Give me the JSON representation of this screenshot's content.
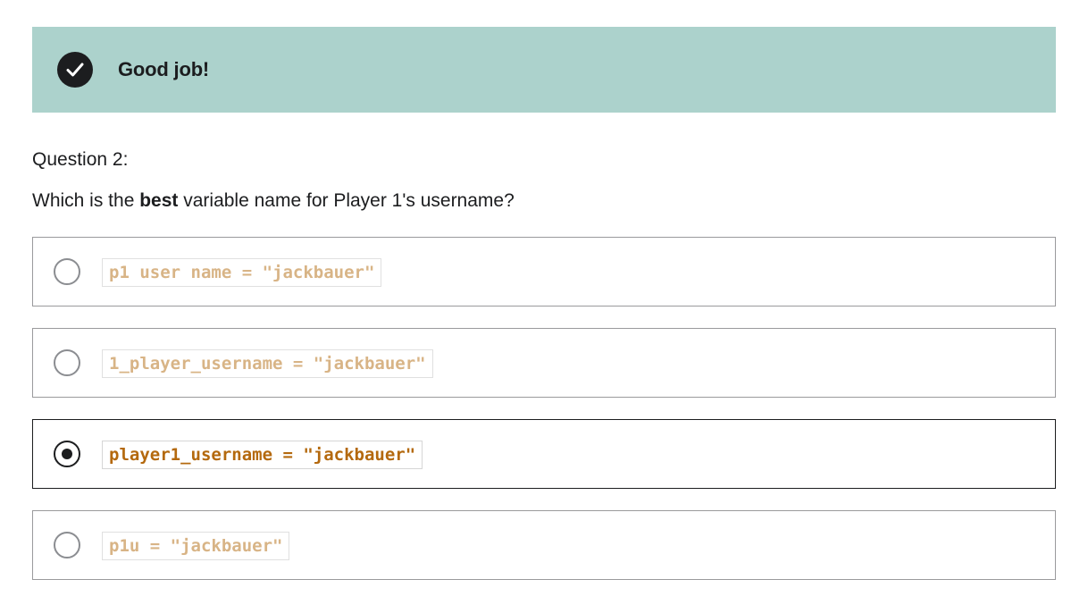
{
  "banner": {
    "icon": "checkmark-circle-icon",
    "message": "Good job!",
    "background_color": "#acd2cc"
  },
  "question": {
    "number_label": "Question 2:",
    "text_before": "Which is the ",
    "text_bold": "best",
    "text_after": " variable name for Player 1's username?"
  },
  "options": [
    {
      "code": "p1 user name = \"jackbauer\"",
      "selected": false
    },
    {
      "code": "1_player_username = \"jackbauer\"",
      "selected": false
    },
    {
      "code": "player1_username = \"jackbauer\"",
      "selected": true
    },
    {
      "code": "p1u = \"jackbauer\"",
      "selected": false
    }
  ],
  "colors": {
    "code_selected": "#b4690e",
    "code_unselected": "#d8b486",
    "text": "#1c1d1f"
  }
}
